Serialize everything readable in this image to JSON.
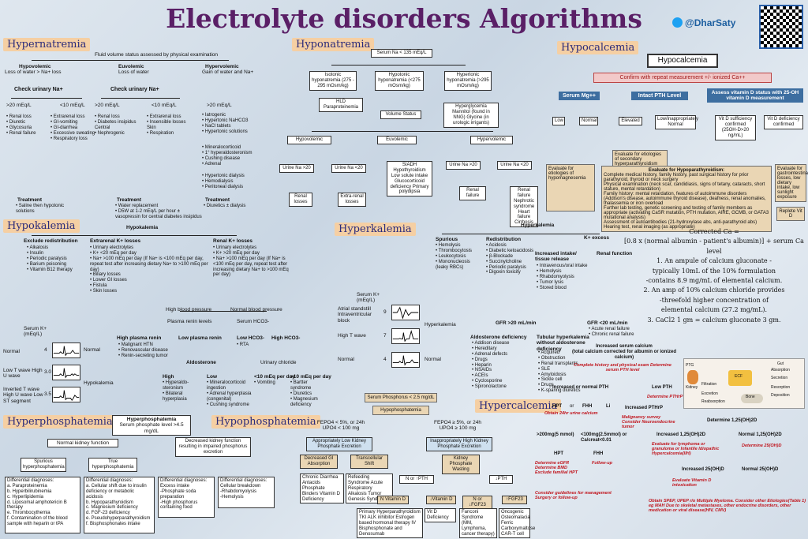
{
  "title": "Electrolyte disorders Algorithms",
  "handle": "@DharSaty",
  "hypernatremia": {
    "title": "Hypernatremia",
    "subtitle": "Fluid volume status assessed by physical examination",
    "hypovolemic": "Hypovolemic",
    "hypovolemic_sub": "Loss of water > Na+ loss",
    "euvolemic": "Euvolemic",
    "euvolemic_sub": "Loss of water",
    "hypervolemic": "Hypervolemic",
    "hypervolemic_sub": "Gain of water and Na+",
    "check1": "Check urinary Na+",
    "check2": "Check urinary Na+",
    "a1": ">20 mEq/L",
    "a2": "<10 mEq/L",
    "a3": ">20 mEq/L",
    "a4": "<10 mEq/L",
    "a5": ">20 mEq/L",
    "renal_loss_1": [
      "Renal loss",
      "Diuretic",
      "Glycosuria",
      "Renal failure"
    ],
    "extrarenal_1": [
      "Extrarenal loss",
      "GI-vomiting",
      "GI-diarrhea",
      "Excessive sweating",
      "Respiratory loss"
    ],
    "renal_loss_2": [
      "Renal loss",
      "Diabetes insipidus Central",
      "Nephrogenic"
    ],
    "extrarenal_2": [
      "Extrarenal loss",
      "Insensible losses Skin",
      "Respiration"
    ],
    "iatrogenic": [
      "Iatrogenic",
      "Hypertonic NaHCO3",
      "NaCl tablets",
      "Hypertonic solutions"
    ],
    "mineralo": [
      "Mineralocorticoid",
      "1° hyperaldosteronism",
      "Cushing disease",
      "Adrenal"
    ],
    "dialysis": [
      "Hypertonic dialysis",
      "Hemodialysis",
      "Peritoneal dialysis"
    ],
    "tx1": "Treatment",
    "tx1_items": [
      "Saline then hypotonic solutions"
    ],
    "tx2": "Treatment",
    "tx2_items": [
      "Water replacement",
      "D5W at 1-2 mEq/L per hour ± vasopressin for central diabetes insipidus"
    ],
    "tx3": "Treatment",
    "tx3_items": [
      "Diuretics ± dialysis"
    ]
  },
  "hyponatremia": {
    "title": "Hyponatremia",
    "root": "Serum Na < 135 mEq/L",
    "isotonic": "Isotonic hyponatremia (275 - 295 mOsm/kg)",
    "hypotonic": "Hypotonic hyponatremia (<275 mOsm/kg)",
    "hypertonic": "Hypertonic hyponatremia (>295 mOsm/kg)",
    "iso_sub": "HLD Paraproteinemia",
    "hyper_sub": "Hyperglycemia Mannitol (found in NNG) Glycine (in urologic irrigants)",
    "volume": "Volume Status",
    "hypovolemic": "Hypovolemic",
    "euvolemic": "Euvolemic",
    "hypervolemic": "Hypervolemic",
    "u1": "Urine Na >20",
    "u2": "Urine Na <20",
    "u3": "Urine Na >20",
    "u4": "Urine Na <20",
    "renal_losses": "Renal losses",
    "extra_renal": "Extra-renal losses",
    "siadh": "SIADH Hypothyroidism Low solute intake Glucocorticoid deficiency Primary polydipsia",
    "renal_failure": "Renal failure",
    "nephrotic": "Renal failure Nephrotic syndrome Heart failure Cirrhosis"
  },
  "hypocalcemia": {
    "title": "Hypocalcemia",
    "root": "Hypocalcemia",
    "confirm": "Confirm with repeat measurement +/- ionized Ca++",
    "mg": "Serum Mg++",
    "pth": "Intact PTH Level",
    "vitd": "Assess vitamin D status with 25-OH vitamin D measurement",
    "low": "Low",
    "normal": "Normal",
    "elevated": "Elevated",
    "low_inapp": "Low/inappropriately Normal",
    "vitd_insuff": "Vit D sufficiency confirmed (25OH-D>20 ng/mL)",
    "vitd_def": "Vit D deficiency confirmed",
    "eval_hypomg": "Evaluate for etiologies of hypomagnesemia",
    "eval_hyperpara": "Evaluate for etiologies of secondary hyperparathyroidism",
    "eval_hypopara": "Evaluate for Hypoparathyroidism:",
    "hypopara_items": [
      "Complete medical history, family history, past surgical history for prior parathyroid, thyroid or neck surgery",
      "Physical examination (neck scar, candidiasis, signs of tetany, cataracts, short stature, mental retardation)",
      "Family history: mental retardation, features of autoimmune disorders (Addison's disease, autoimmune thyroid disease), deafness, renal anomalies, thalassemia or iron overload",
      "Further lab testing, genetic screening and testing of family members as appropriate (activating CaSR mutation, PTH mutation, AIRE, GCMB, or GATA3 mutational analysis)",
      "Assessment of autoantibodies (21-hydroxylase abs, anti-parathyroid abs)",
      "Hearing test, renal imaging (as appropriate)"
    ],
    "eval_gi": "Evaluate for gastrointestinal losses, low dietary intake, low sunlight exposure",
    "replete": "Replete Vit D"
  },
  "correction": {
    "heading": "Corrected Ca =",
    "formula": "[0.8 x (normal albumin - patient's albumin)] + serum Ca level",
    "lines": [
      "1. An ampule of calcium gluconate -",
      "typically 10mL of the 10% formulation",
      "-contains 8.9 mg/mL of elemental calcium.",
      "2. An amp of 10% calcium chloride provides",
      "-threefold higher concentration of",
      "elemental calcium (27.2 mg/mL).",
      "3. CaCl2 1 gm = calcium gluconate 3 gm."
    ]
  },
  "hypokalemia": {
    "title": "Hypokalemia",
    "root": "Hypokalemia",
    "exclude": "Exclude redistribution",
    "exclude_items": [
      "Alkalosis",
      "Insulin",
      "Periodic paralysis",
      "Barium poisoning",
      "Vitamin B12 therapy"
    ],
    "extrarenal": "Extrarenal K+ losses",
    "extrarenal_items": [
      "Urinary electrolytes",
      "K+ <20 mEq per day",
      "Na+ >100 mEq per day (If Na+ is <100 mEq per day, repeat test after increasing dietary Na+ to >100 mEq per day)",
      "Biliary losses",
      "Lower GI losses",
      "Fistula",
      "Skin losses"
    ],
    "renal": "Renal K+ losses",
    "renal_items": [
      "Urinary electrolytes",
      "K+ >20 mEq per day",
      "Na+ >100 mEq per day (If Na+ is <100 mEq per day, repeat test after increasing dietary Na+ to >100 mEq per day)"
    ],
    "high_bp": "High blood pressure",
    "normal_bp": "Normal blood pressure",
    "plasma_renin": "Plasma renin levels",
    "serum_hco3": "Serum HCO3-",
    "high_renin": "High plasma renin",
    "high_renin_items": [
      "Malignant HTN",
      "Renovascular disease",
      "Renin-secreting tumor"
    ],
    "low_renin": "Low plasma renin",
    "aldosterone": "Aldosterone",
    "high": "High",
    "high_items": [
      "Hyperaldo-steronism",
      "Bilateral hyperplasia"
    ],
    "low": "Low",
    "low_items": [
      "Mineralocorticoid ingestion",
      "Adrenal hyperplasia (congenital)",
      "Cushing syndrome"
    ],
    "low_hco3": "Low HCO3-",
    "low_hco3_items": [
      "RTA"
    ],
    "high_hco3": "High HCO3-",
    "urinary_cl": "Urinary chloride",
    "lt10": "<10 mEq per day",
    "lt10_items": [
      "Vomiting"
    ],
    "gt10": ">10 mEq per day",
    "gt10_items": [
      "Bartter syndrome",
      "Diuretics",
      "Magnesium deficiency"
    ],
    "ecg_label": "Serum K+ (mEq/L)",
    "ecg_rows": [
      {
        "label": "Normal",
        "value": "4",
        "tag": "Normal"
      },
      {
        "label": "Low T wave High U wave",
        "value": "3.0",
        "tag": ""
      },
      {
        "label": "Inverted T wave High U wave Low ST segment",
        "value": "3.5",
        "tag": "Hypokalemia"
      }
    ]
  },
  "hyperkalemia": {
    "title": "Hyperkalemia",
    "root": "Hyperkalemia",
    "spurious": "Spurious",
    "spurious_items": [
      "Hemolysis",
      "Thrombocytosis",
      "Leukocytosis",
      "Mononucleosis (leaky RBCs)"
    ],
    "redistribution": "Redistribution",
    "redistribution_items": [
      "Acidosis",
      "Diabetic ketoacidosis",
      "β-Blockade",
      "Succinylcholine",
      "Periodic paralysis",
      "Digoxin toxicity"
    ],
    "excess": "K+ excess",
    "intake": "Increased intake/ tissue release",
    "intake_items": [
      "Intravenous/oral intake",
      "Hemolysis",
      "Rhabdomyolysis",
      "Tumor lysis",
      "Stored blood"
    ],
    "renal_fn": "Renal function",
    "gfr_gt": "GFR >20 mL/min",
    "gfr_lt": "GFR <20 mL/min",
    "gfr_lt_items": [
      "Acute renal failure",
      "Chronic renal failure"
    ],
    "aldo_def": "Aldosterone deficiency",
    "aldo_items": [
      "Addison disease",
      "Hereditary",
      "Adrenal defects",
      "Drugs",
      "Heparin",
      "NSAIDs",
      "ACEIs",
      "Cyclosporine",
      "Spironolactone"
    ],
    "tubular": "Tubular hyperkalemia without aldosterone deficiency",
    "tubular_items": [
      "Acquired",
      "Obstruction",
      "Renal transplants",
      "SLE",
      "Amyloidosis",
      "Sickle cell",
      "Drugs",
      "K-sparing diuretics"
    ],
    "ecg_label": "Serum K+ (mEq/L)",
    "ecg_rows": [
      {
        "label": "Atrial standstill Intraventricular block",
        "value": "9"
      },
      {
        "label": "High T wave",
        "value": "7"
      },
      {
        "label": "Normal",
        "value": "4"
      }
    ],
    "tag": "Hyperkalemia",
    "tag_normal": "Normal"
  },
  "hyperphosphatemia": {
    "title": "Hyperphosphatemia",
    "root": "Hyperphosphatemia",
    "root_sub": "Serum phosphate level >4.5 mg/dL",
    "normal_kidney": "Normal kidney function",
    "decreased_kidney": "Decreased kidney function resulting in impaired phosphorus excretion",
    "spurious": "Spurious hyperphosphatemia",
    "true": "True hyperphosphatemia",
    "dd1_title": "Differential diagnoses:",
    "dd1": [
      "a. Paraproteinemia",
      "b. Hyperbilirubinemia",
      "c. Hyperlipidemia",
      "d. Liposomal amphotericin B therapy",
      "e. Thrombocythemia",
      "f. Contamination of the blood sample with heparin or tPA"
    ],
    "dd2_title": "Differential diagnoses:",
    "dd2": [
      "a. Cellular shift due to insulin deficiency or metabolic acidosis",
      "b. Hypoparathyroidism",
      "c. Magnesium deficiency",
      "d. FGF-23 deficiency",
      "e. Pseudohyperparathyroidism",
      "f. Bisphosphonates intake"
    ],
    "dd3_title": "Differential diagnoses:",
    "dd3": [
      "Excess intake",
      "-Phosphate soda preparation",
      "-High phosphorus containing food"
    ],
    "dd4_title": "Differential diagnoses:",
    "dd4": [
      "Cellular breakdown",
      "-Rhabdomyolysis",
      "-Hemolysis"
    ]
  },
  "hypophosphatemia": {
    "title": "Hypophosphatemia",
    "root": "Serum Phosphorus < 2.5 mg/dL",
    "sub": "Hypophosphatemia",
    "left": "FEPO4 < 5%, or 24h UPO4 < 100 mg",
    "right": "FEPO4 ≥ 5%, or 24h UPO4 ≥ 100 mg",
    "appropriate": "Appropriately Low Kidney Phosphate Excretion",
    "inappropriate": "Inappropriately High Kidney Phosphate Excretion",
    "decreased_gi": "Decreased GI Absorption",
    "transcellular": "Transcellular Shift",
    "kidney_wasting": "Kidney Phosphate Wasting",
    "decreased_gi_items": "Chronic Diarrhea Antacids Phosphate Binders Vitamin D Deficiency",
    "transcellular_items": "Refeeding Syndrome Acute Respiratory Alkalosis Tumor Genesis Syndrome",
    "npth": "N or ↑PTH",
    "upth": "↓PTH",
    "n_vitd": "N Vitamin D",
    "d_vitd": "↓Vitamin D",
    "n_fgf": "N or ↓FGF23",
    "u_fgf": "↑FGF23",
    "bottom1": "Primary Hyperparathyroidism TKI ALK inhibitor Estrogen based hormonal therapy IV Bisphosphonate and Denosumab",
    "bottom2": "Vit D Deficiency",
    "bottom3": "Fanconi Syndrome (MM, Lymphoma, cancer therapy)",
    "bottom4": "Oncogenic Osteomalacia Ferric Carboxymaltose CAR-T cell"
  },
  "hypercalcemia": {
    "title": "Hypercalcemia",
    "root": "Increased serum calcium",
    "root_sub": "(total calcium corrected for albumin or ionized calcium)",
    "step1": "Complete history and physical exam Determine serum PTH level",
    "inc_pth": "Increased or normal PTH",
    "low_pth": "Low PTH",
    "obtain_urine": "Obtain 24hr urine calcium",
    "hpt": "HPT",
    "or": "or",
    "fhh": "FHH",
    "li": "Li",
    "gt200": ">200mg(5 mmol)",
    "lt100": "<100mg(2.5mmol) or Ca/creat<0.01",
    "hpt2": "HPT",
    "fhh2": "FHH",
    "follow": "Follow-up",
    "det_egfr": "Determine eGFR Determine BMD Exclude familial HPT",
    "guidelines": "Consider guidelines for management Surgery or follow-up",
    "det_pthrp": "Determine PTHrP",
    "inc_pthrp": "Increased PTHrP",
    "norm_pthrp": "Normal PTHrP",
    "malignancy": "Malignancy survey Consider Neuroendocrine tumor",
    "det_125": "Determine 1,25(OH)2D",
    "inc_125": "Increased 1,25(OH)2D",
    "norm_125": "Normal 1,25(OH)2D",
    "lymphoma": "Evaluate for lymphoma or granuloma or Infantile Idiopathic Hypercalcemia(IIH)",
    "det_25": "Determine 25(OH)D",
    "inc_25": "Increased 25(OH)D",
    "norm_25": "Normal 25(OH)D",
    "vitd_intox": "Evaluate Vitamin D intoxication",
    "spep": "Obtain SPEP, UPEP r/o Multiple Myeloma. Consider other Etiologies(Table 1) eg MAH Due to skeletal metastases, other endocrine disorders, other medication or viral disease(HIV, CMV)",
    "diagram": {
      "ecf": "ECF",
      "bone": "Bone",
      "ptg": "PTG",
      "kidney": "Kidney",
      "gut": "Gut",
      "absorption": "Absorption",
      "secretion": "Secretion",
      "filtration": "Filtration",
      "excretion": "Excretion",
      "resorption": "Resorption",
      "deposition": "Deposition",
      "reabsorption": "Reabsorption"
    }
  },
  "colors": {
    "title": "#5a1f66",
    "section_bg": "#f5cfa3",
    "accent_red": "#c0141c",
    "twitter": "#1da1f2"
  }
}
